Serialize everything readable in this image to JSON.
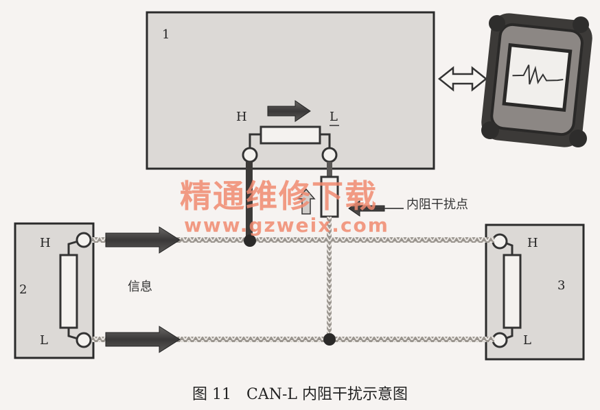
{
  "ecu1": {
    "label": "1",
    "pin_h": "H",
    "pin_l": "L"
  },
  "ecu2": {
    "label": "2",
    "pin_h": "H",
    "pin_l": "L"
  },
  "ecu3": {
    "label": "3",
    "pin_h": "H",
    "pin_l": "L"
  },
  "interference_label": "内阻干扰点",
  "signal_label": "信息",
  "caption": "图 11　CAN-L 内阻干扰示意图",
  "watermark": {
    "line1": "精通维修下载",
    "line2": "www.gzweix.com"
  },
  "icons": [
    "double-arrow-icon",
    "oscilloscope-icon"
  ],
  "colors": {
    "box_fill": "#d9d6d3",
    "box_stroke": "#2a2a2a",
    "wire": "#8a8580",
    "arrow": "#4a4848",
    "watermark": "#f08a70"
  }
}
